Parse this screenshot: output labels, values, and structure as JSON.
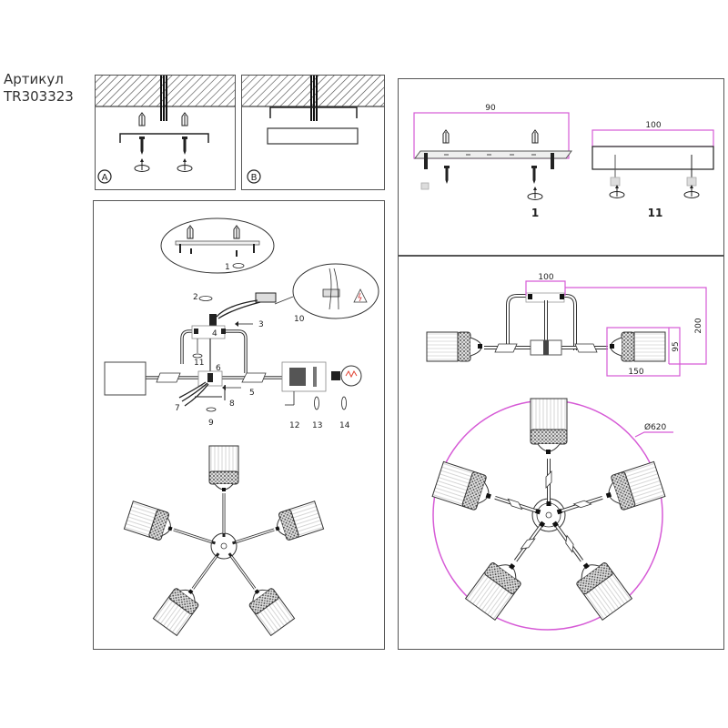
{
  "header": {
    "article_label": "Артикул",
    "article_code": "TR303323"
  },
  "step_a": {
    "marker": "A"
  },
  "step_b": {
    "marker": "B"
  },
  "mounting_dims": {
    "plate_width": "90",
    "canopy_width": "100",
    "part_plate": "1",
    "part_canopy": "11"
  },
  "assembly": {
    "callouts": [
      "1",
      "2",
      "3",
      "4",
      "5",
      "6",
      "7",
      "8",
      "9",
      "10",
      "11",
      "12",
      "13",
      "14"
    ]
  },
  "side_view_dims": {
    "top_width": "100",
    "height": "200",
    "shade_height": "95",
    "shade_length": "150"
  },
  "top_view_dims": {
    "diameter": "Ø620"
  },
  "colors": {
    "dimension_line": "#d65ad6",
    "outline": "#555555",
    "hatch": "#444444"
  }
}
